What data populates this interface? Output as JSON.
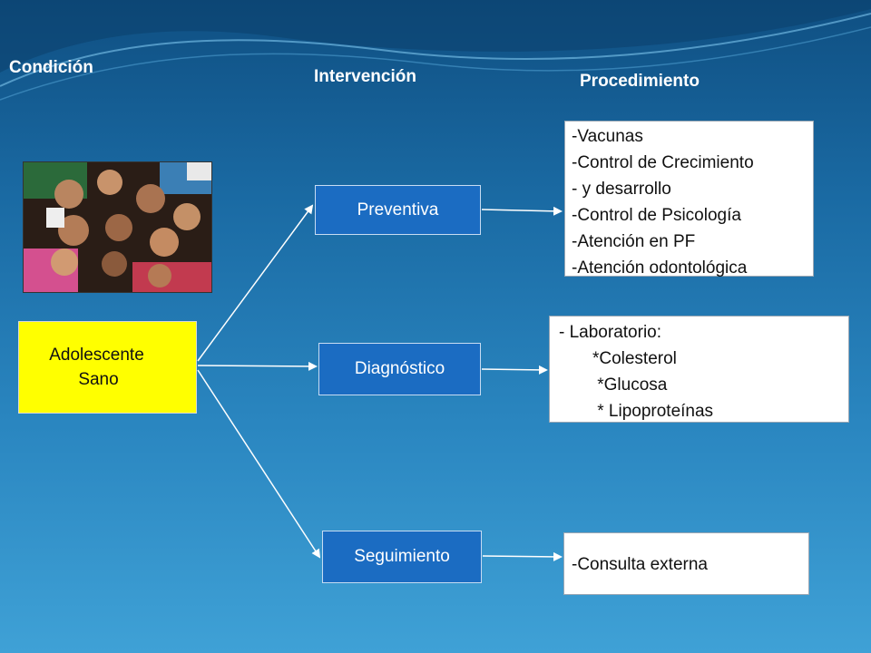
{
  "headers": {
    "condition": "Condición",
    "intervention": "Intervención",
    "procedure": "Procedimiento"
  },
  "condition_box": {
    "line1": "Adolescente",
    "line2": "Sano",
    "color": "#ffff00"
  },
  "interventions": [
    {
      "label": "Preventiva"
    },
    {
      "label": "Diagnóstico"
    },
    {
      "label": "Seguimiento"
    }
  ],
  "procedures": {
    "preventive": [
      "-Vacunas",
      "-Control de Crecimiento",
      "- y desarrollo",
      "-Control de Psicología",
      "-Atención en PF",
      "-Atención odontológica"
    ],
    "diagnostic": [
      "- Laboratorio:",
      "       *Colesterol",
      "        *Glucosa",
      "        * Lipoproteínas"
    ],
    "followup": [
      "-Consulta externa"
    ]
  },
  "colors": {
    "intervention_box": "#1b6cc2",
    "background_top": "#0f4f82",
    "background_bottom": "#3fa1d6"
  }
}
